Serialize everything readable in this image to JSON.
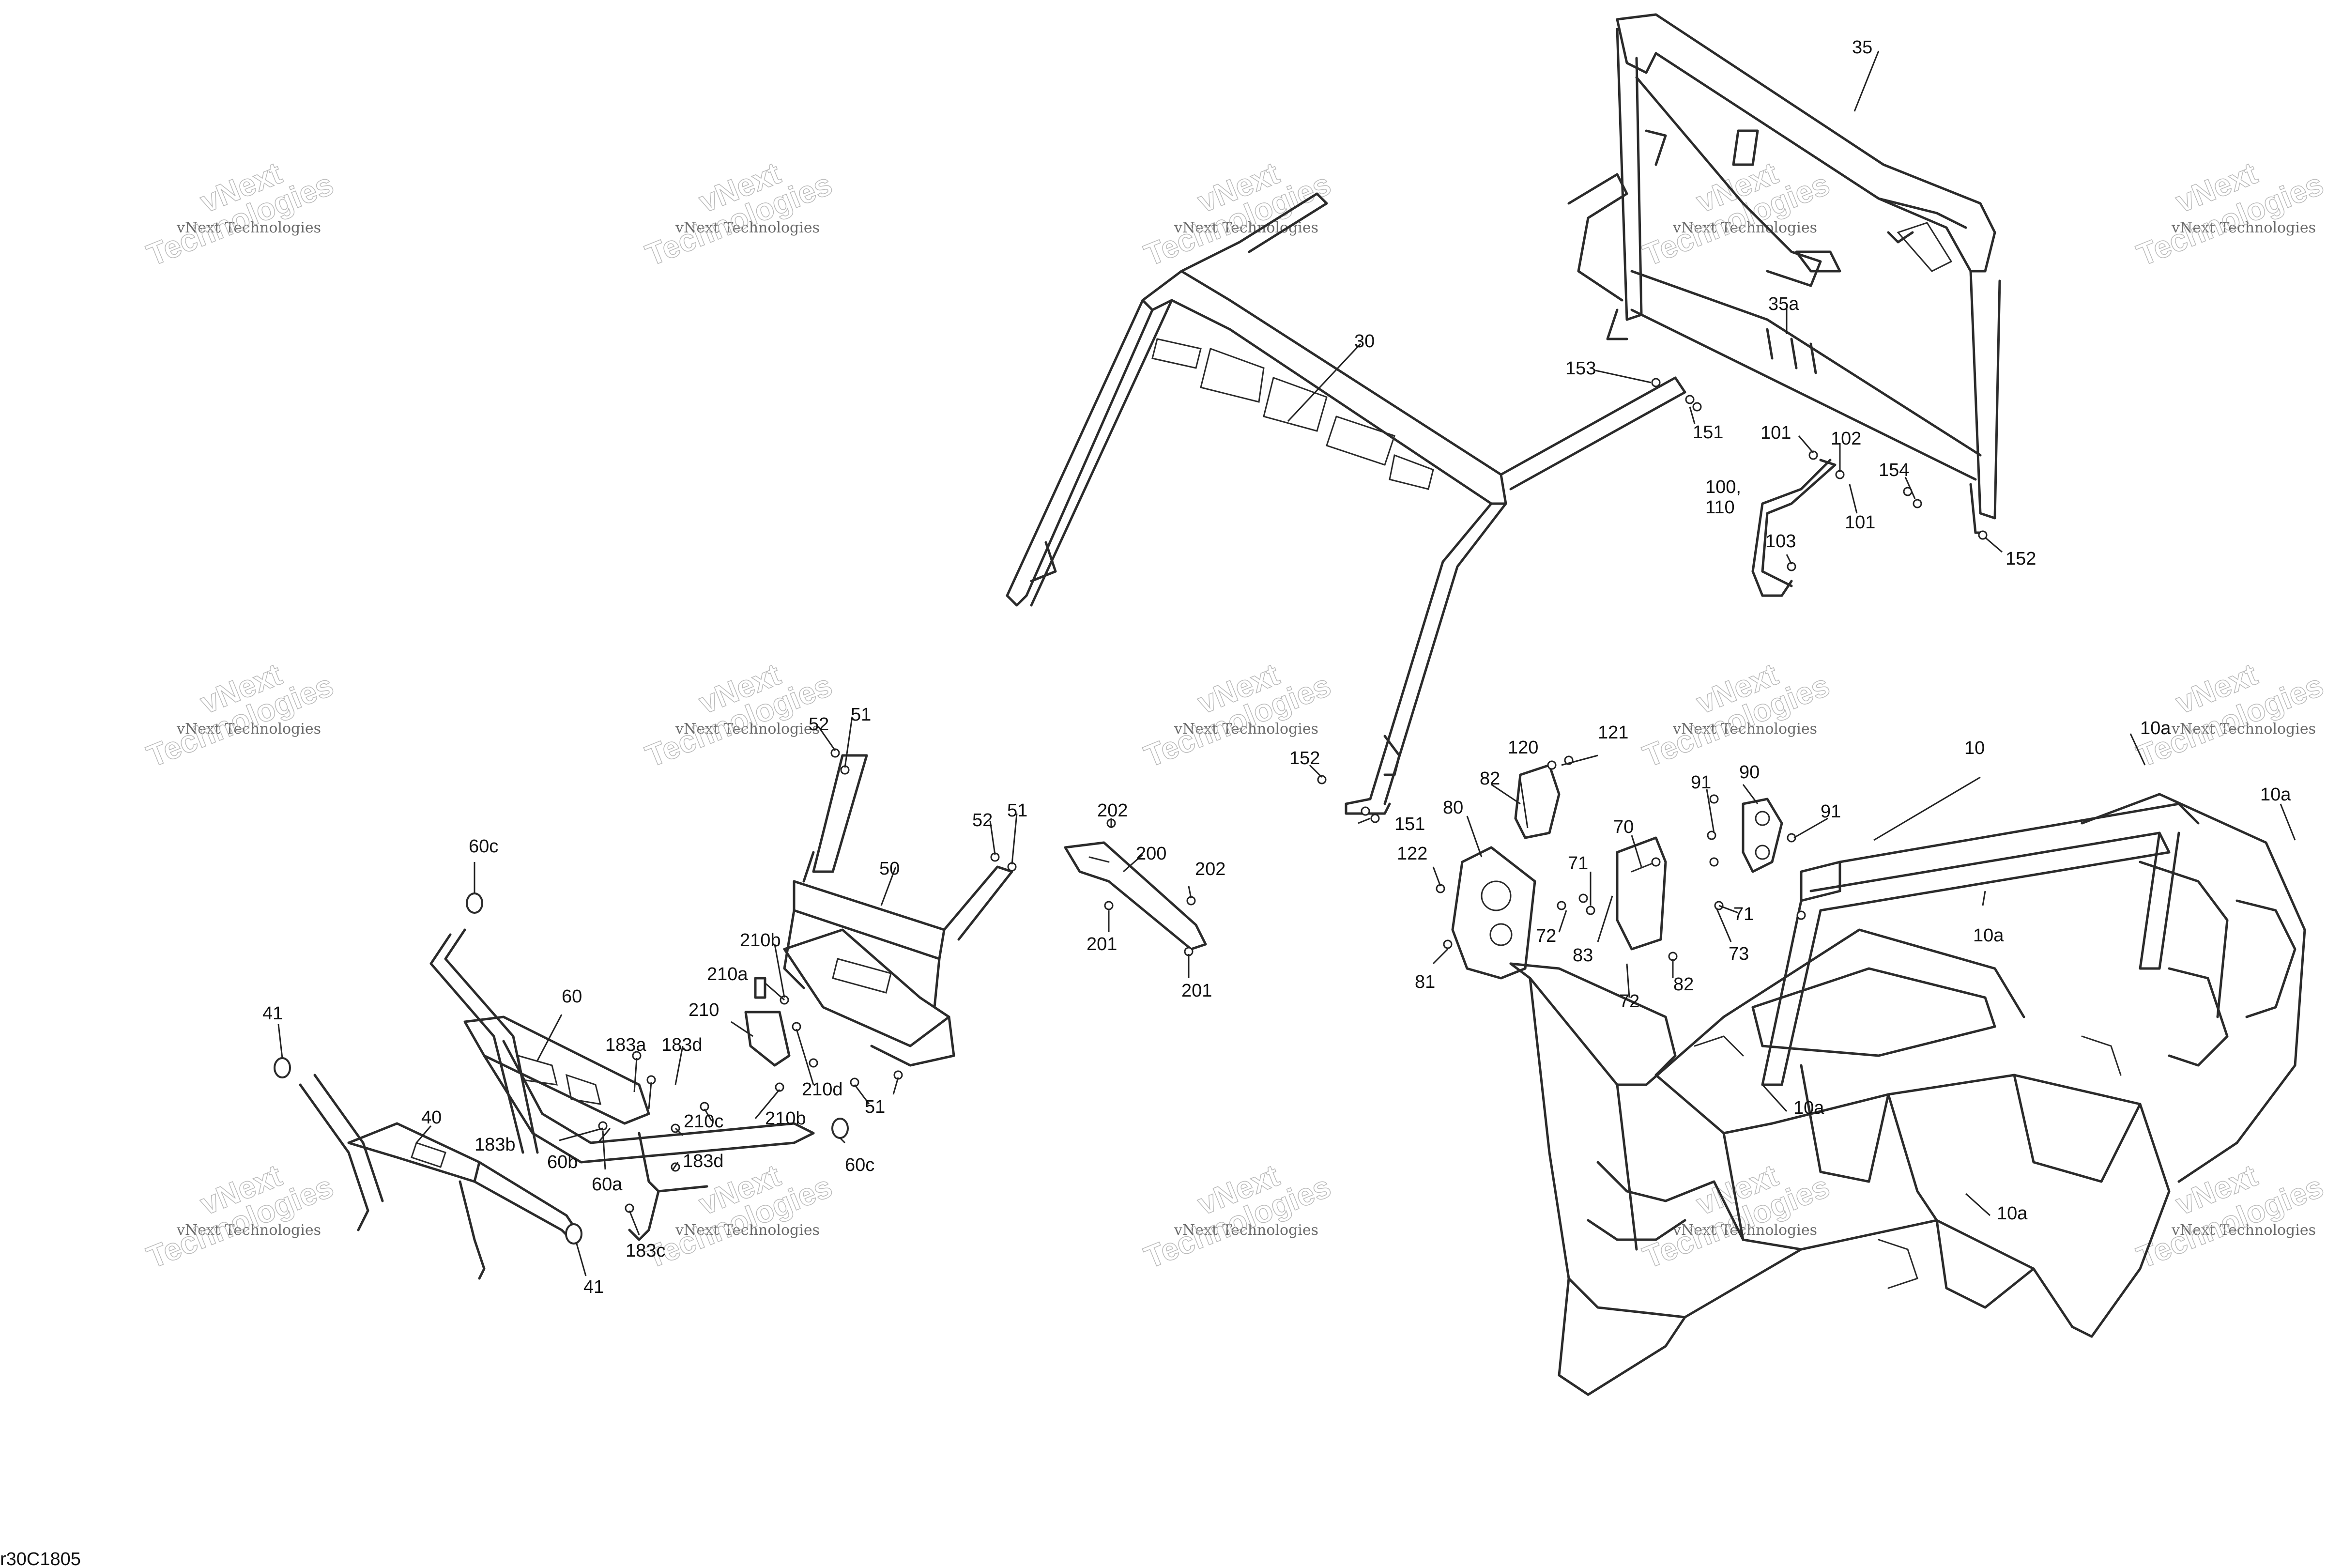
{
  "document": {
    "code": "r30C1805"
  },
  "watermark": {
    "small": "vNext Technologies",
    "large_top": "vNext",
    "large_bottom": "Technologies"
  },
  "callouts": {
    "c10": "10",
    "c10a_1": "10a",
    "c10a_2": "10a",
    "c10a_3": "10a",
    "c10a_4": "10a",
    "c10a_5": "10a",
    "c30": "30",
    "c35": "35",
    "c35a": "35a",
    "c40": "40",
    "c41_1": "41",
    "c41_2": "41",
    "c50": "50",
    "c51_1": "51",
    "c51_2": "51",
    "c51_3": "51",
    "c52_1": "52",
    "c52_2": "52",
    "c60": "60",
    "c60a": "60a",
    "c60b": "60b",
    "c60c_1": "60c",
    "c60c_2": "60c",
    "c70": "70",
    "c71_1": "71",
    "c71_2": "71",
    "c72_1": "72",
    "c72_2": "72",
    "c73": "73",
    "c80": "80",
    "c81": "81",
    "c82_1": "82",
    "c82_2": "82",
    "c83": "83",
    "c90": "90",
    "c91_1": "91",
    "c91_2": "91",
    "c100": "100,",
    "c110": "110",
    "c101_1": "101",
    "c101_2": "101",
    "c102": "102",
    "c103": "103",
    "c120": "120",
    "c121": "121",
    "c122": "122",
    "c151_1": "151",
    "c151_2": "151",
    "c152_1": "152",
    "c152_2": "152",
    "c153": "153",
    "c154": "154",
    "c183a": "183a",
    "c183b": "183b",
    "c183c": "183c",
    "c183d_1": "183d",
    "c183d_2": "183d",
    "c200": "200",
    "c201_1": "201",
    "c201_2": "201",
    "c202_1": "202",
    "c202_2": "202",
    "c210": "210",
    "c210a": "210a",
    "c210b_1": "210b",
    "c210b_2": "210b",
    "c210c": "210c",
    "c210d": "210d"
  }
}
